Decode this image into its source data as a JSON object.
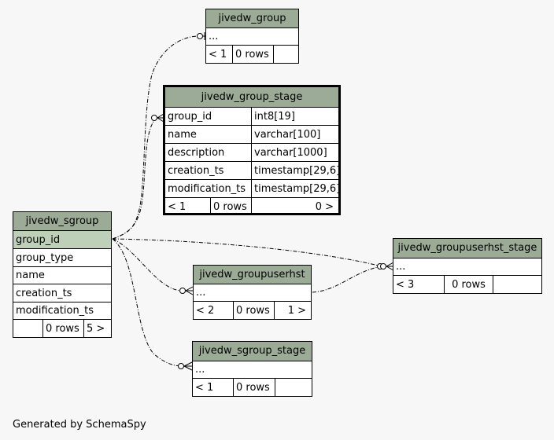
{
  "footer": "Generated by SchemaSpy",
  "tables": {
    "jivedw_group": {
      "name": "jivedw_group",
      "placeholder": "...",
      "stats": [
        "< 1",
        "0 rows",
        ""
      ]
    },
    "jivedw_group_stage": {
      "name": "jivedw_group_stage",
      "columns": [
        {
          "name": "group_id",
          "type": "int8[19]"
        },
        {
          "name": "name",
          "type": "varchar[100]"
        },
        {
          "name": "description",
          "type": "varchar[1000]"
        },
        {
          "name": "creation_ts",
          "type": "timestamp[29,6]"
        },
        {
          "name": "modification_ts",
          "type": "timestamp[29,6]"
        }
      ],
      "stats": [
        "< 1",
        "0 rows",
        "0 >"
      ]
    },
    "jivedw_sgroup": {
      "name": "jivedw_sgroup",
      "columns": [
        "group_id",
        "group_type",
        "name",
        "creation_ts",
        "modification_ts"
      ],
      "stats": [
        "",
        "0 rows",
        "5 >"
      ]
    },
    "jivedw_groupuserhst": {
      "name": "jivedw_groupuserhst",
      "placeholder": "...",
      "stats": [
        "< 2",
        "0 rows",
        "1 >"
      ]
    },
    "jivedw_sgroup_stage": {
      "name": "jivedw_sgroup_stage",
      "placeholder": "...",
      "stats": [
        "< 1",
        "0 rows",
        ""
      ]
    },
    "jivedw_groupuserhst_stage": {
      "name": "jivedw_groupuserhst_stage",
      "placeholder": "...",
      "stats": [
        "< 3",
        "0 rows",
        ""
      ]
    }
  }
}
